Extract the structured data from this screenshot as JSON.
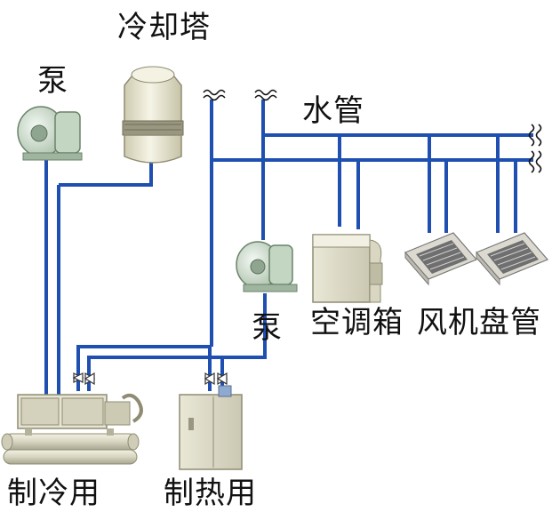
{
  "labels": {
    "cooling_tower": "冷却塔",
    "pump_left": "泵",
    "water_pipe": "水管",
    "pump_middle": "泵",
    "air_handler": "空调箱",
    "fan_coil": "风机盘管",
    "chiller": "制冷用",
    "boiler": "制热用"
  },
  "colors": {
    "pipe": "#1f4fb0",
    "equipment": "#e8e6d2",
    "equipment_dark": "#b9b69e",
    "pump_body": "#cfe0cf",
    "text": "#111111"
  }
}
